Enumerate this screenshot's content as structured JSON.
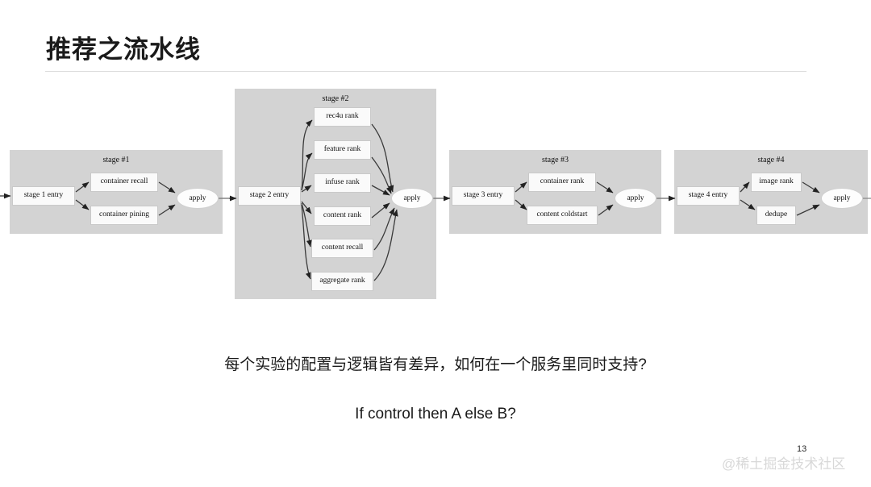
{
  "slide": {
    "title": "推荐之流水线",
    "page_number": "13",
    "watermark": "@稀土掘金技术社区"
  },
  "questions": {
    "line1": "每个实验的配置与逻辑皆有差异，如何在一个服务里同时支持?",
    "line2": "If control then A else B?"
  },
  "colors": {
    "stage_background": "#d3d3d3",
    "node_background": "#fafafa",
    "edge": "#333333",
    "rule": "#dcdcdc",
    "watermark": "#d8d8d8"
  },
  "diagram": {
    "stages": [
      {
        "label": "stage #1",
        "entry": "stage 1 entry",
        "nodes": [
          "container recall",
          "container pining"
        ],
        "apply": "apply"
      },
      {
        "label": "stage #2",
        "entry": "stage 2 entry",
        "nodes": [
          "rec4u rank",
          "feature rank",
          "infuse rank",
          "content rank",
          "content recall",
          "aggregate rank"
        ],
        "apply": "apply"
      },
      {
        "label": "stage #3",
        "entry": "stage 3 entry",
        "nodes": [
          "container rank",
          "content coldstart"
        ],
        "apply": "apply"
      },
      {
        "label": "stage #4",
        "entry": "stage 4 entry",
        "nodes": [
          "image rank",
          "dedupe"
        ],
        "apply": "apply"
      }
    ]
  }
}
